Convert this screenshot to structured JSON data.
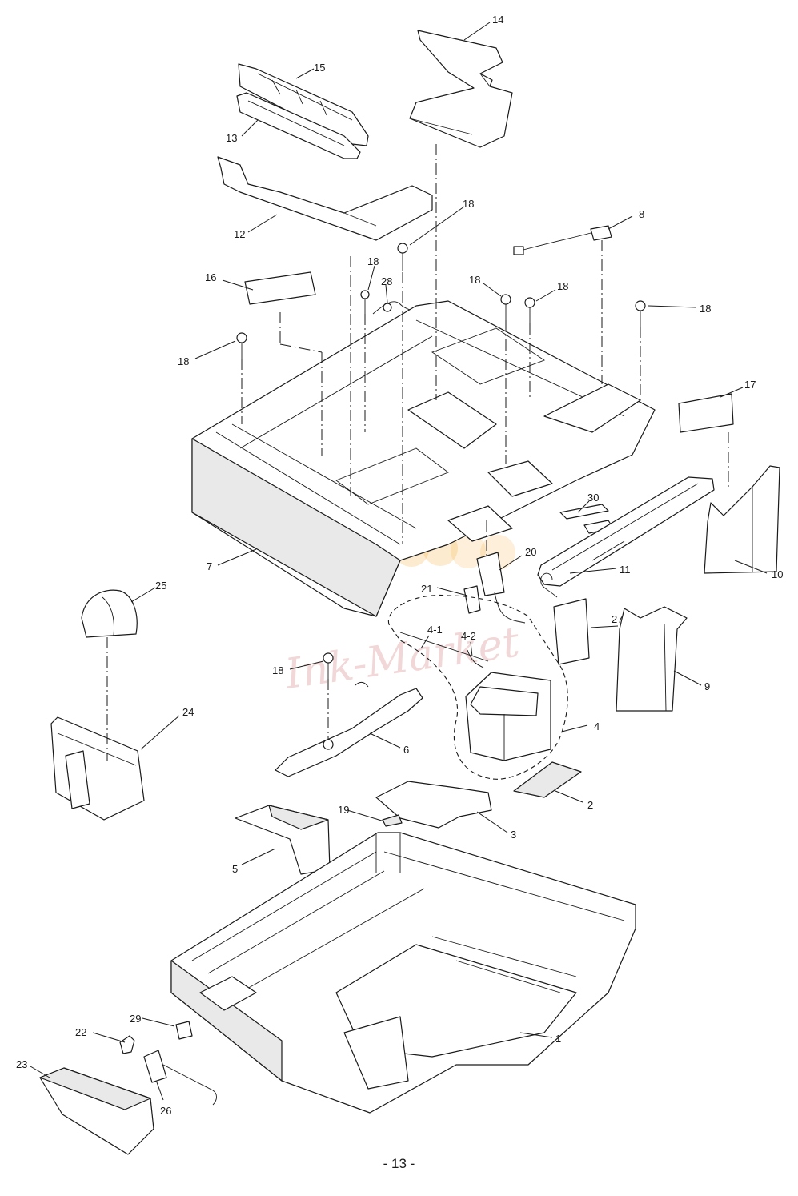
{
  "watermark": {
    "text": "Ink-Market",
    "colors": [
      "#5b8fd9",
      "#f5b040",
      "#e6b7b7"
    ]
  },
  "callouts": {
    "p1": "1",
    "p2": "2",
    "p3": "3",
    "p4": "4",
    "p4_1": "4-1",
    "p4_2": "4-2",
    "p5": "5",
    "p6": "6",
    "p7": "7",
    "p8": "8",
    "p9": "9",
    "p10": "10",
    "p11": "11",
    "p12": "12",
    "p13": "13",
    "p14": "14",
    "p15": "15",
    "p16": "16",
    "p17": "17",
    "p18": "18",
    "p19": "19",
    "p20": "20",
    "p21": "21",
    "p22": "22",
    "p23": "23",
    "p24": "24",
    "p25": "25",
    "p26": "26",
    "p27": "27",
    "p28": "28",
    "p29": "29",
    "p30": "30"
  },
  "footer": {
    "page_number": "- 13 -"
  }
}
